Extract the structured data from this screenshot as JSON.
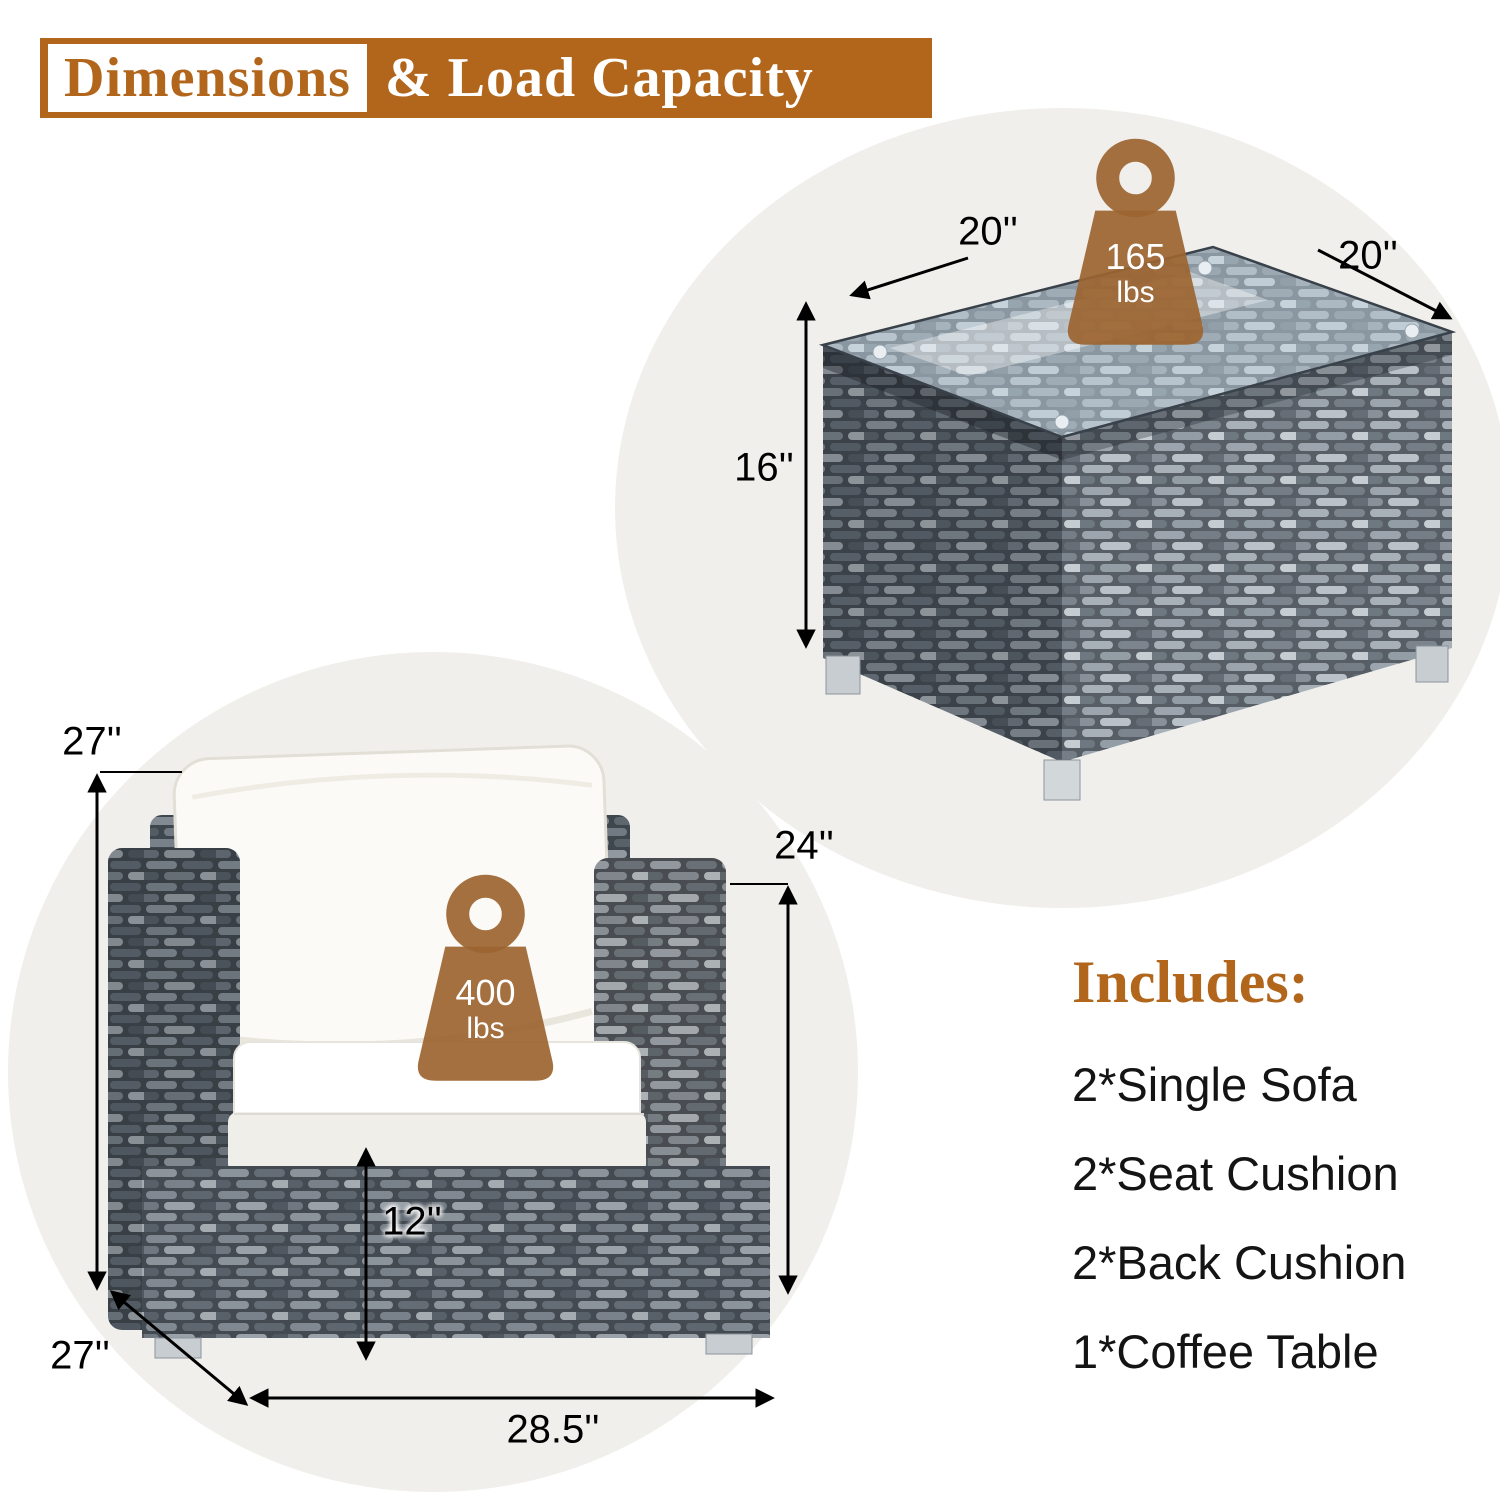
{
  "header": {
    "title_highlight": "Dimensions",
    "title_rest": "& Load Capacity"
  },
  "table_diagram": {
    "top_width_label": "20''",
    "top_depth_label": "20''",
    "height_label": "16''",
    "load": {
      "value": "165",
      "unit": "lbs"
    }
  },
  "sofa_diagram": {
    "total_height_label": "27''",
    "back_height_label": "24''",
    "seat_height_label": "12''",
    "width_label": "28.5''",
    "depth_label": "27''",
    "load": {
      "value": "400",
      "unit": "lbs"
    }
  },
  "includes": {
    "heading": "Includes:",
    "items": [
      "2*Single Sofa",
      "2*Seat Cushion",
      "2*Back Cushion",
      "1*Coffee Table"
    ]
  },
  "colors": {
    "accent": "#b2661c",
    "weight_icon": "#9c6430",
    "circle_background": "#f0efec",
    "cushion_white": "#fbfaf6",
    "wicker_base": "#4e565e"
  }
}
